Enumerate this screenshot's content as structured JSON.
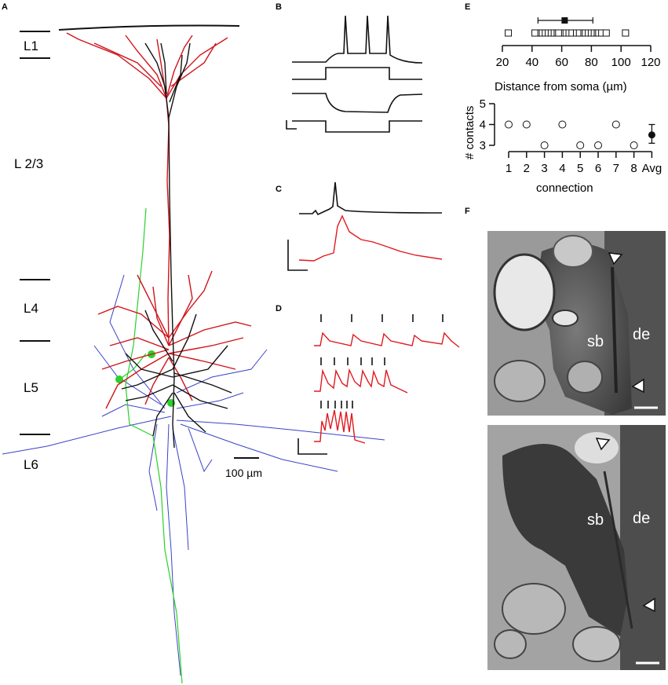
{
  "panels": {
    "A": "A",
    "B": "B",
    "C": "C",
    "D": "D",
    "E": "E",
    "F": "F"
  },
  "layers": [
    "L1",
    "L 2/3",
    "L4",
    "L5",
    "L6"
  ],
  "scalebar_a": "100 µm",
  "panel_e": {
    "xlabel_top": "Distance from soma (µm)",
    "ylabel_bottom": "# contacts",
    "xlabel_bottom": "connection"
  },
  "panel_f": {
    "sb": "sb",
    "de": "de"
  },
  "chart_data": [
    {
      "type": "scatter",
      "title": "",
      "xlabel": "Distance from soma (µm)",
      "ylabel": "",
      "xlim": [
        20,
        120
      ],
      "xticks": [
        20,
        40,
        60,
        80,
        100,
        120
      ],
      "x": [
        24,
        42,
        46,
        47,
        49,
        51,
        53,
        55,
        57,
        58,
        62,
        63,
        65,
        67,
        70,
        72,
        75,
        76,
        78,
        80,
        82,
        84,
        85,
        87,
        90,
        103
      ],
      "mean": 62,
      "error_range": [
        44,
        81
      ]
    },
    {
      "type": "scatter",
      "title": "",
      "xlabel": "connection",
      "ylabel": "# contacts",
      "ylim": [
        3,
        5
      ],
      "yticks": [
        3,
        4,
        5
      ],
      "categories": [
        "1",
        "2",
        "3",
        "4",
        "5",
        "6",
        "7",
        "8",
        "Avg"
      ],
      "values": [
        4,
        4,
        3,
        4,
        3,
        3,
        4,
        3,
        3.5
      ],
      "avg_error": [
        3.1,
        4.0
      ]
    }
  ]
}
